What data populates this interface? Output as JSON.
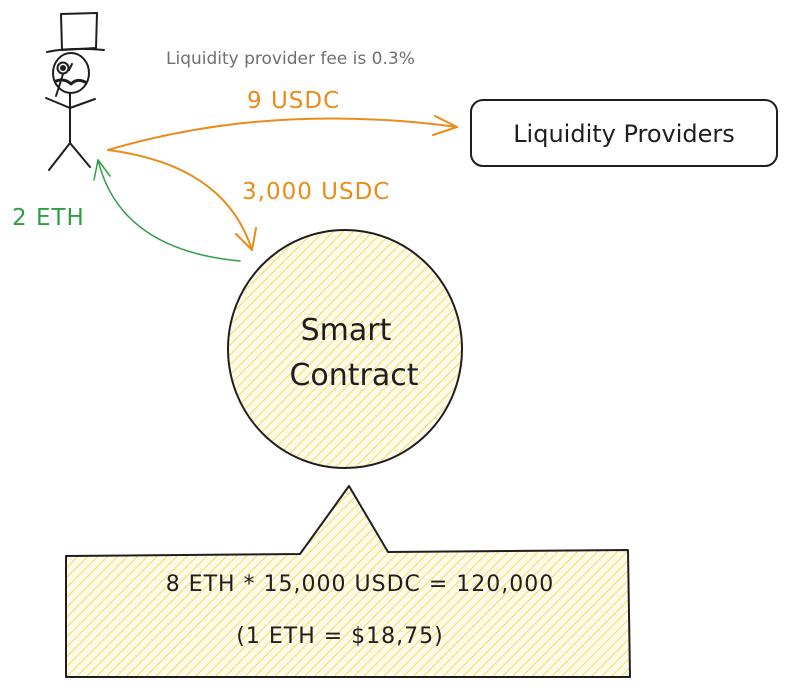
{
  "fee_note": "Liquidity provider fee is 0.3%",
  "fee_amount": "9 USDC",
  "usdc_in": "3,000 USDC",
  "eth_out": "2 ETH",
  "liquidity_providers": "Liquidity Providers",
  "smart_contract": {
    "line1": "Smart",
    "line2": "Contract"
  },
  "pool": {
    "equation": "8 ETH * 15,000 USDC = 120,000",
    "price": "(1 ETH = $18,75)"
  },
  "colors": {
    "usdc_arrow": "#ea8c1a",
    "eth_arrow": "#2f9e44",
    "fill_yellow": "#f2de6e",
    "stroke": "#1e1e1e",
    "note": "#6f6f6f"
  }
}
